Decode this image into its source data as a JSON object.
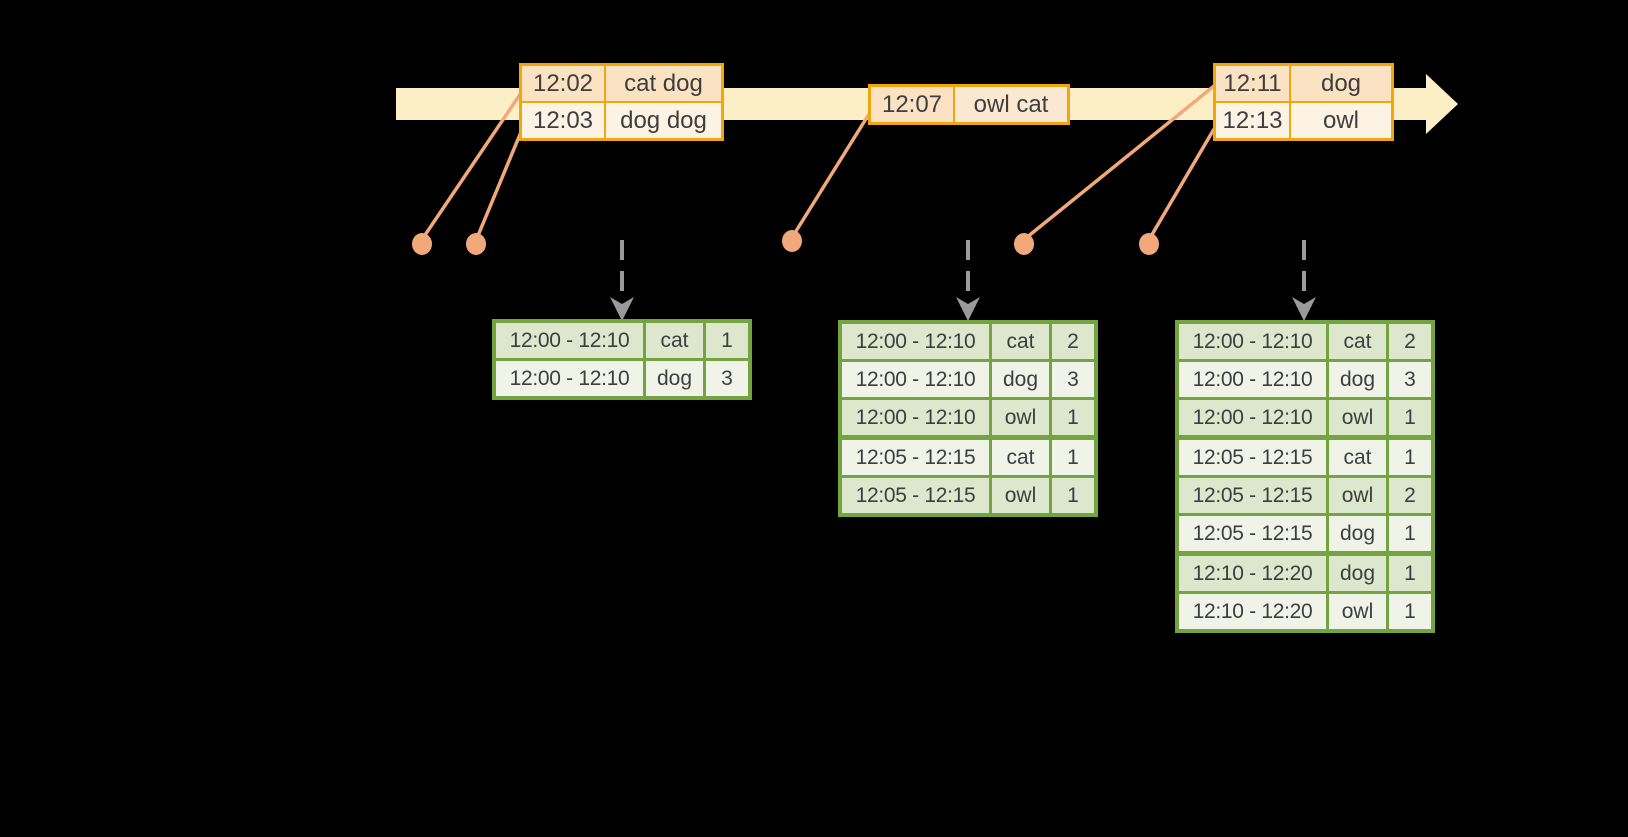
{
  "diagram": {
    "kind": "streaming-windowed-word-count-timeline",
    "background": "#000000"
  },
  "colors": {
    "timeline_band": "#fcefc5",
    "event_table_border": "#efa70c",
    "event_row_peach": "#fbe2c3",
    "event_row_cream": "#fdf3e4",
    "connector_salmon": "#f1a97c",
    "flow_arrow_gray": "#9a9a9a",
    "result_table_border": "#73a43f",
    "result_row_dark": "#dce7ce",
    "result_row_light": "#eff3e8",
    "text": "#3e3e3e"
  },
  "icons": {
    "timeline_arrowhead": "right-arrow",
    "flow_arrow": "down-dashed-arrow",
    "event_marker": "dot"
  },
  "event_tables": [
    {
      "rows": [
        {
          "time": "12:02",
          "words": "cat dog"
        },
        {
          "time": "12:03",
          "words": "dog dog"
        }
      ]
    },
    {
      "rows": [
        {
          "time": "12:07",
          "words": "owl cat"
        }
      ]
    },
    {
      "rows": [
        {
          "time": "12:11",
          "words": "dog"
        },
        {
          "time": "12:13",
          "words": "owl"
        }
      ]
    }
  ],
  "result_tables": [
    {
      "groups": [
        [
          {
            "window": "12:00 - 12:10",
            "word": "cat",
            "count": "1"
          },
          {
            "window": "12:00 - 12:10",
            "word": "dog",
            "count": "3"
          }
        ]
      ]
    },
    {
      "groups": [
        [
          {
            "window": "12:00 - 12:10",
            "word": "cat",
            "count": "2"
          },
          {
            "window": "12:00 - 12:10",
            "word": "dog",
            "count": "3"
          },
          {
            "window": "12:00 - 12:10",
            "word": "owl",
            "count": "1"
          }
        ],
        [
          {
            "window": "12:05 - 12:15",
            "word": "cat",
            "count": "1"
          },
          {
            "window": "12:05 - 12:15",
            "word": "owl",
            "count": "1"
          }
        ]
      ]
    },
    {
      "groups": [
        [
          {
            "window": "12:00 - 12:10",
            "word": "cat",
            "count": "2"
          },
          {
            "window": "12:00 - 12:10",
            "word": "dog",
            "count": "3"
          },
          {
            "window": "12:00 - 12:10",
            "word": "owl",
            "count": "1"
          }
        ],
        [
          {
            "window": "12:05 - 12:15",
            "word": "cat",
            "count": "1"
          },
          {
            "window": "12:05 - 12:15",
            "word": "owl",
            "count": "2"
          },
          {
            "window": "12:05 - 12:15",
            "word": "dog",
            "count": "1"
          }
        ],
        [
          {
            "window": "12:10 - 12:20",
            "word": "dog",
            "count": "1"
          },
          {
            "window": "12:10 - 12:20",
            "word": "owl",
            "count": "1"
          }
        ]
      ]
    }
  ]
}
